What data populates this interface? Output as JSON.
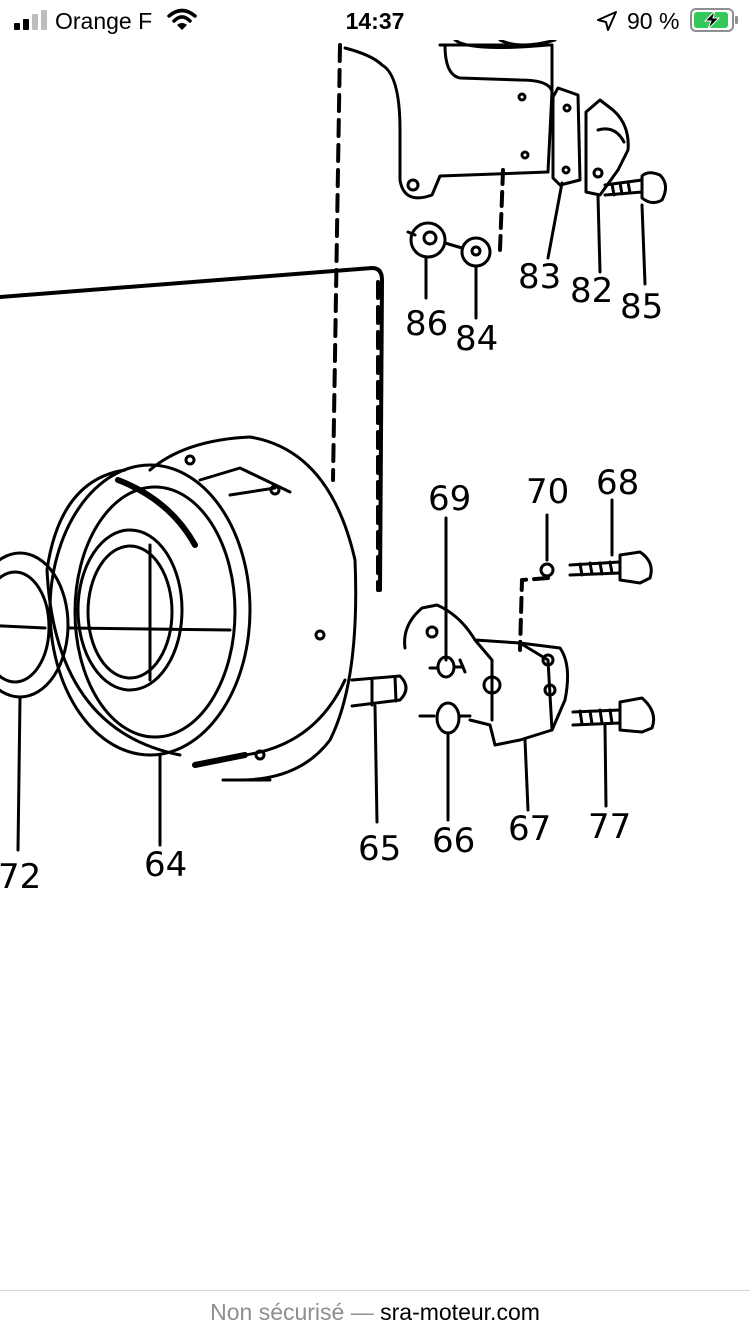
{
  "status_bar": {
    "carrier": "Orange F",
    "time": "14:37",
    "battery": "90 %",
    "icons": [
      "signal-bars-icon",
      "wifi-icon",
      "location-arrow-icon",
      "battery-charging-icon"
    ],
    "battery_color": "#34c759"
  },
  "diagram": {
    "part_labels": {
      "p86": "86",
      "p84": "84",
      "p83": "83",
      "p82": "82",
      "p85": "85",
      "p69": "69",
      "p70": "70",
      "p68": "68",
      "p72": "72",
      "p64": "64",
      "p65": "65",
      "p66": "66",
      "p67": "67",
      "p77": "77"
    }
  },
  "address_bar": {
    "security_label": "Non sécurisé —",
    "domain": "sra-moteur.com"
  }
}
